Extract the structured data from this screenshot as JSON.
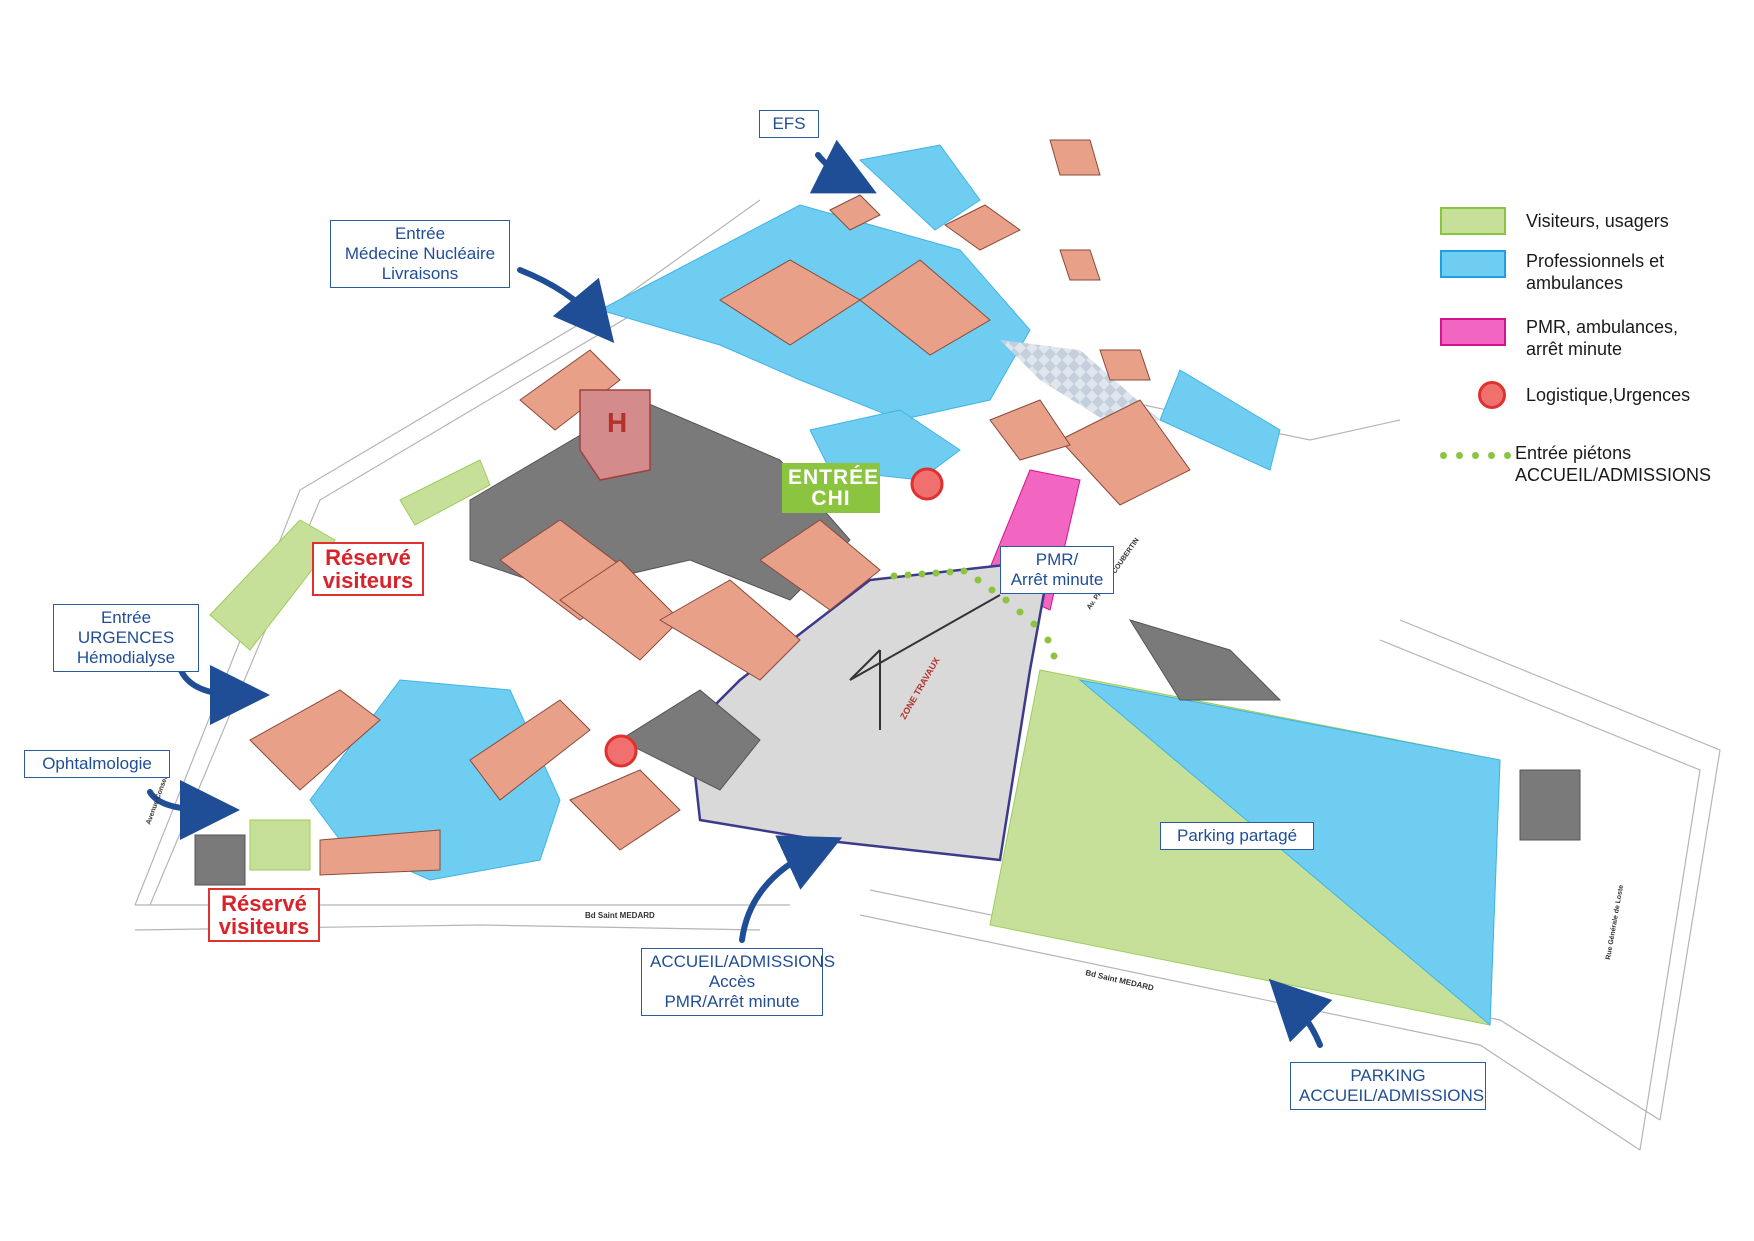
{
  "callouts": {
    "efs": "EFS",
    "nucleaire": [
      "Entrée",
      "Médecine Nucléaire",
      "Livraisons"
    ],
    "urgences": [
      "Entrée",
      "URGENCES",
      "Hémodialyse"
    ],
    "ophtalmo": "Ophtalmologie",
    "accueil": [
      "ACCUEIL/ADMISSIONS",
      "Accès",
      "PMR/Arrêt minute"
    ],
    "pmr": [
      "PMR/",
      "Arrêt minute"
    ],
    "parking_accueil": [
      "PARKING",
      "ACCUEIL/ADMISSIONS"
    ]
  },
  "reserve": {
    "top": [
      "Réservé",
      "visiteurs"
    ],
    "bottom": [
      "Réservé",
      "visiteurs"
    ]
  },
  "entree_chi": [
    "ENTRÉE",
    "CHI"
  ],
  "parking_partage": "Parking partagé",
  "zone_travaux": "ZONE TRAVAUX",
  "heliport": "H",
  "streets": {
    "bd_saint_medard_1": "Bd Saint MEDARD",
    "bd_saint_medard_2": "Bd Saint MEDARD",
    "av_coubertin": "Av. Pierre de COUBERTIN",
    "av_conseil": "Avenue Conseill",
    "rue_loste": "Rue Générale de Loste"
  },
  "legend": {
    "items": [
      {
        "label": [
          "Visiteurs, usagers"
        ],
        "fill": "#c6e09a",
        "stroke": "#8bc53f"
      },
      {
        "label": [
          "Professionnels et",
          "ambulances"
        ],
        "fill": "#6fcdf2",
        "stroke": "#1ea0e0"
      },
      {
        "label": [
          "PMR, ambulances,",
          "arrêt minute"
        ],
        "fill": "#f266c2",
        "stroke": "#d4148c"
      }
    ],
    "logistique": "Logistique,Urgences",
    "pietons": [
      "Entrée piétons",
      "ACCUEIL/ADMISSIONS"
    ]
  },
  "colors": {
    "visitor_green": "#c6e09a",
    "pro_blue": "#6fcdf2",
    "pmr_pink": "#f266c2",
    "roof": "#e8a088",
    "building_grey": "#7f7f7f",
    "works_grey": "#d9d9d9",
    "callout_blue": "#2b5aa0",
    "alert_red": "#e0312f"
  }
}
